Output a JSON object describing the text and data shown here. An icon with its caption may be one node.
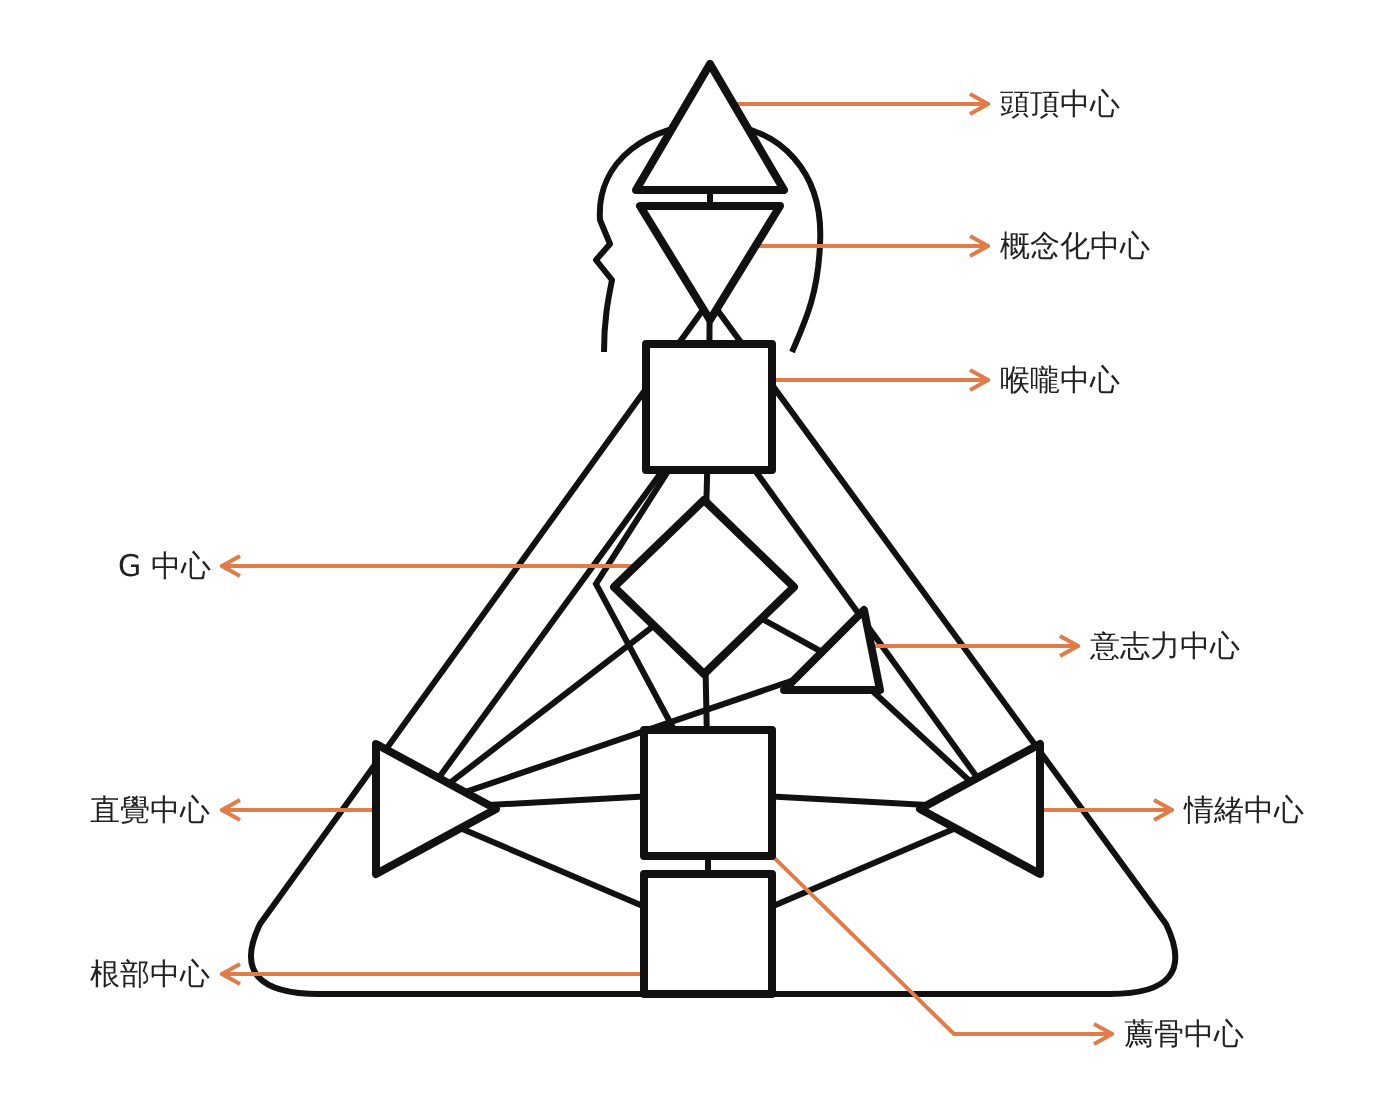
{
  "diagram": {
    "nodes": [
      {
        "text": [],
        "shape": "triangle"
      },
      {
        "text": [],
        "shape": "triangle"
      },
      {
        "text": [],
        "shape": "box"
      },
      {
        "text": [],
        "shape": "diamond"
      },
      {
        "text": [],
        "shape": "triangle"
      },
      {
        "text": [],
        "shape": "triangle"
      },
      {
        "text": [],
        "shape": "box"
      },
      {
        "text": [],
        "shape": "triangle"
      },
      {
        "text": [],
        "shape": "box"
      },
      {
        "text": [
          "頭頂中心"
        ]
      },
      {
        "text": [
          "概念化中心"
        ]
      },
      {
        "text": [
          "喉嚨中心"
        ]
      },
      {
        "text": [
          "G 中心"
        ]
      },
      {
        "text": [
          "意志力中心"
        ]
      },
      {
        "text": [
          "直覺中心"
        ]
      },
      {
        "text": [
          "情緒中心"
        ]
      },
      {
        "text": [
          "根部中心"
        ]
      },
      {
        "text": [
          "薦骨中心"
        ]
      }
    ],
    "edges": [
      {
        "from": 0,
        "to": 1,
        "arrow": "none"
      },
      {
        "from": 1,
        "to": 2,
        "arrow": "none"
      },
      {
        "from": 2,
        "to": 3,
        "arrow": "none"
      },
      {
        "from": 2,
        "to": 5,
        "arrow": "none"
      },
      {
        "from": 2,
        "to": 7,
        "arrow": "none"
      },
      {
        "from": 2,
        "to": 6,
        "arrow": "none"
      },
      {
        "from": 3,
        "to": 6,
        "arrow": "none"
      },
      {
        "from": 3,
        "to": 4,
        "arrow": "none"
      },
      {
        "from": 3,
        "to": 5,
        "arrow": "none"
      },
      {
        "from": 4,
        "to": 5,
        "arrow": "none"
      },
      {
        "from": 4,
        "to": 7,
        "arrow": "none"
      },
      {
        "from": 6,
        "to": 5,
        "arrow": "none"
      },
      {
        "from": 6,
        "to": 7,
        "arrow": "none"
      },
      {
        "from": 6,
        "to": 8,
        "arrow": "none"
      },
      {
        "from": 5,
        "to": 8,
        "arrow": "none"
      },
      {
        "from": 7,
        "to": 8,
        "arrow": "none"
      },
      {
        "from": 0,
        "to": 9,
        "arrow": "to",
        "color": "#e07b4a"
      },
      {
        "from": 1,
        "to": 10,
        "arrow": "to",
        "color": "#e07b4a"
      },
      {
        "from": 2,
        "to": 11,
        "arrow": "to",
        "color": "#e07b4a"
      },
      {
        "from": 3,
        "to": 12,
        "arrow": "to",
        "color": "#e07b4a"
      },
      {
        "from": 4,
        "to": 13,
        "arrow": "to",
        "color": "#e07b4a"
      },
      {
        "from": 5,
        "to": 14,
        "arrow": "to",
        "color": "#e07b4a"
      },
      {
        "from": 7,
        "to": 15,
        "arrow": "to",
        "color": "#e07b4a"
      },
      {
        "from": 8,
        "to": 16,
        "arrow": "to",
        "color": "#e07b4a"
      },
      {
        "from": 6,
        "to": 17,
        "arrow": "to",
        "color": "#e07b4a"
      }
    ]
  }
}
